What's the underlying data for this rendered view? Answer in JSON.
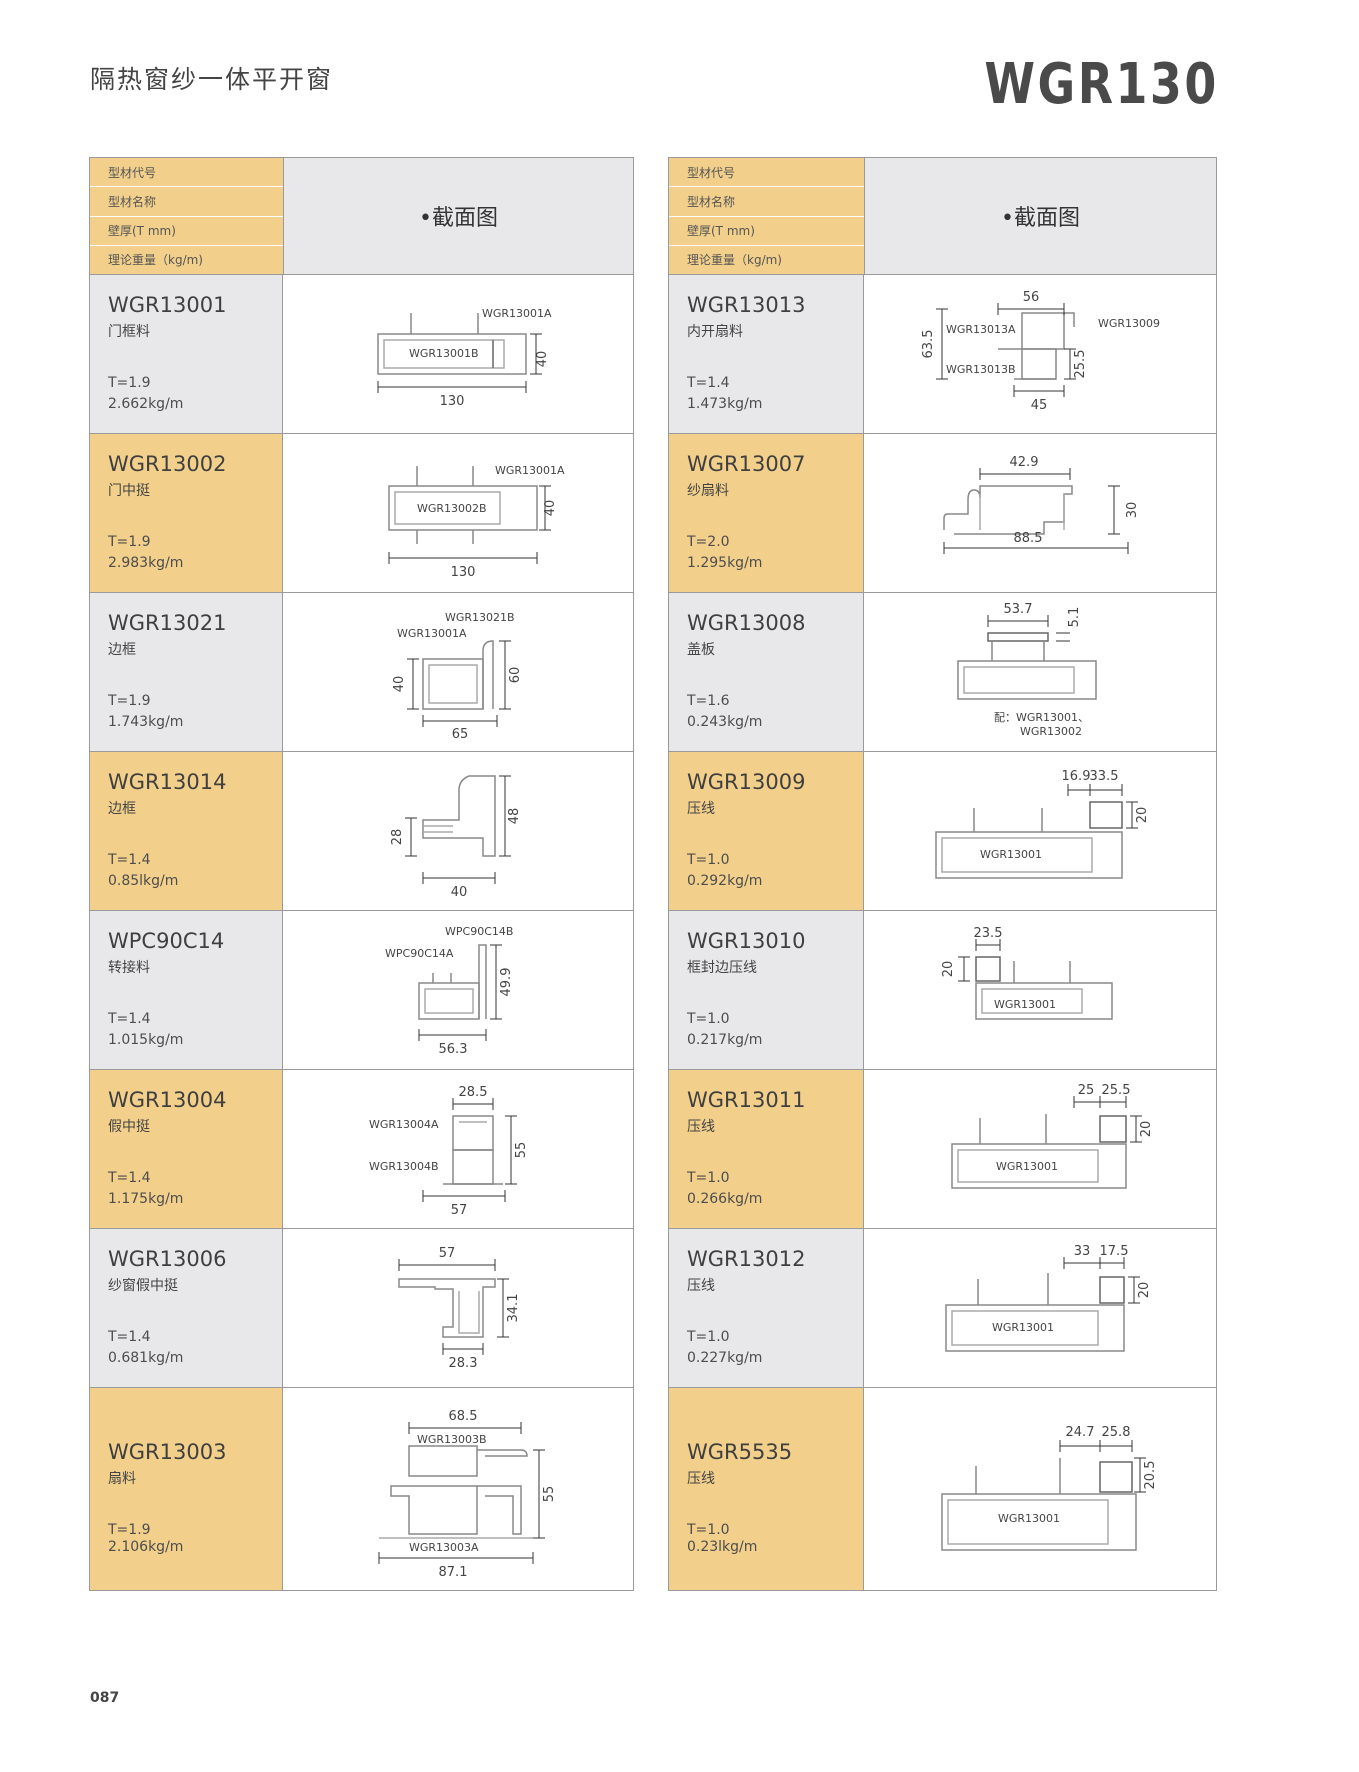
{
  "page": {
    "subtitle": "隔热窗纱一体平开窗",
    "title": "WGR130",
    "number": "087"
  },
  "header": {
    "keys": [
      "型材代号",
      "型材名称",
      "壁厚(T mm)",
      "理论重量（kg/m)"
    ],
    "section_label": "•截面图"
  },
  "left_table": [
    {
      "code": "WGR13001",
      "name": "门框料",
      "thickness": "T=1.9",
      "weight": "2.662kg/m",
      "tone": "grey",
      "dims": [
        "130",
        "40"
      ],
      "labels": [
        "WGR13001A",
        "WGR13001B"
      ]
    },
    {
      "code": "WGR13002",
      "name": "门中挺",
      "thickness": "T=1.9",
      "weight": "2.983kg/m",
      "tone": "gold",
      "dims": [
        "130",
        "40"
      ],
      "labels": [
        "WGR13001A",
        "WGR13002B"
      ]
    },
    {
      "code": "WGR13021",
      "name": "边框",
      "thickness": "T=1.9",
      "weight": "1.743kg/m",
      "tone": "grey",
      "dims": [
        "65",
        "40",
        "60"
      ],
      "labels": [
        "WGR13021B",
        "WGR13001A"
      ]
    },
    {
      "code": "WGR13014",
      "name": "边框",
      "thickness": "T=1.4",
      "weight": "0.85lkg/m",
      "tone": "gold",
      "dims": [
        "40",
        "28",
        "48"
      ],
      "labels": []
    },
    {
      "code": "WPC90C14",
      "name": "转接料",
      "thickness": "T=1.4",
      "weight": "1.015kg/m",
      "tone": "grey",
      "dims": [
        "56.3",
        "49.9"
      ],
      "labels": [
        "WPC90C14B",
        "WPC90C14A"
      ]
    },
    {
      "code": "WGR13004",
      "name": "假中挺",
      "thickness": "T=1.4",
      "weight": "1.175kg/m",
      "tone": "gold",
      "dims": [
        "28.5",
        "57",
        "55"
      ],
      "labels": [
        "WGR13004A",
        "WGR13004B"
      ]
    },
    {
      "code": "WGR13006",
      "name": "纱窗假中挺",
      "thickness": "T=1.4",
      "weight": "0.681kg/m",
      "tone": "grey",
      "dims": [
        "57",
        "28.3",
        "34.1"
      ],
      "labels": []
    },
    {
      "code": "WGR13003",
      "name": "扇料",
      "thickness": "T=1.9",
      "weight": "2.106kg/m",
      "tone": "gold",
      "dims": [
        "68.5",
        "87.1",
        "55"
      ],
      "labels": [
        "WGR13003B",
        "WGR13003A"
      ]
    }
  ],
  "right_table": [
    {
      "code": "WGR13013",
      "name": "内开扇料",
      "thickness": "T=1.4",
      "weight": "1.473kg/m",
      "tone": "grey",
      "dims": [
        "56",
        "45",
        "63.5",
        "25.5"
      ],
      "labels": [
        "WGR13013A",
        "WGR13013B",
        "WGR13009"
      ]
    },
    {
      "code": "WGR13007",
      "name": "纱扇料",
      "thickness": "T=2.0",
      "weight": "1.295kg/m",
      "tone": "gold",
      "dims": [
        "42.9",
        "88.5",
        "30"
      ],
      "labels": []
    },
    {
      "code": "WGR13008",
      "name": "盖板",
      "thickness": "T=1.6",
      "weight": "0.243kg/m",
      "tone": "grey",
      "dims": [
        "53.7",
        "5.1"
      ],
      "labels": [
        "配：WGR13001、",
        "WGR13002"
      ]
    },
    {
      "code": "WGR13009",
      "name": "压线",
      "thickness": "T=1.0",
      "weight": "0.292kg/m",
      "tone": "gold",
      "dims": [
        "16.9",
        "33.5",
        "20"
      ],
      "labels": [
        "WGR13001"
      ]
    },
    {
      "code": "WGR13010",
      "name": "框封边压线",
      "thickness": "T=1.0",
      "weight": "0.217kg/m",
      "tone": "grey",
      "dims": [
        "23.5",
        "20"
      ],
      "labels": [
        "WGR13001"
      ]
    },
    {
      "code": "WGR13011",
      "name": "压线",
      "thickness": "T=1.0",
      "weight": "0.266kg/m",
      "tone": "gold",
      "dims": [
        "25",
        "25.5",
        "20"
      ],
      "labels": [
        "WGR13001"
      ]
    },
    {
      "code": "WGR13012",
      "name": "压线",
      "thickness": "T=1.0",
      "weight": "0.227kg/m",
      "tone": "grey",
      "dims": [
        "33",
        "17.5",
        "20"
      ],
      "labels": [
        "WGR13001"
      ]
    },
    {
      "code": "WGR5535",
      "name": "压线",
      "thickness": "T=1.0",
      "weight": "0.23lkg/m",
      "tone": "gold",
      "dims": [
        "24.7",
        "25.8",
        "20.5"
      ],
      "labels": [
        "WGR13001"
      ]
    }
  ]
}
